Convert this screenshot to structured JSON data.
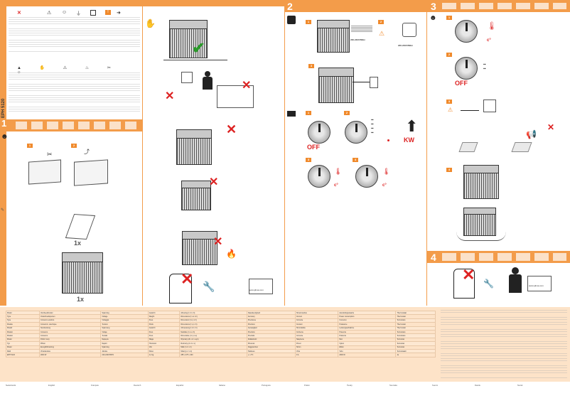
{
  "model": "EPH 5120",
  "sections": {
    "s1": "1",
    "s2": "2",
    "s3": "3",
    "s4": "4"
  },
  "step_labels": {
    "one": "1",
    "two": "2",
    "three": "3",
    "four": "4"
  },
  "quantities": {
    "manual": "1x",
    "heater": "1x"
  },
  "knob_labels": {
    "off1": "OFF",
    "off2": "OFF",
    "kw": "KW",
    "celsius1": "c°",
    "celsius2": "c°",
    "celsius3": "c°"
  },
  "electrical": {
    "voltage_left": "230-240V/50Hz",
    "voltage_right": "220-240V/50Hz"
  },
  "website": {
    "url1": "www.qlima.com",
    "url2": "www.qlima.com"
  },
  "spec_table": {
    "rows": [
      [
        "Model",
        "Voorbeeldmodel",
        "Spanning",
        "Gewicht",
        "Afmeting (l x b x h)",
        "Nauwkeurigheid",
        "Stroomsterkte",
        "Aansluitingswaarde",
        "Thermostaat"
      ],
      [
        "Type",
        "Onderhoudspunten",
        "Voltage",
        "Weight",
        "Dimensions (l x w x h)",
        "Accuracy",
        "Current",
        "Power consumption",
        "Thermostat"
      ],
      [
        "Type",
        "Consumo elettrico",
        "Voltaggio",
        "Peso",
        "Dimensioni (l x p x h)",
        "Precisione",
        "Corrente",
        "Consumo",
        "Termostato"
      ],
      [
        "Modèle",
        "Consomm. électrique",
        "Tension",
        "Poids",
        "Dimensions (l x p x h)",
        "Précision",
        "Courant",
        "Puissance",
        "Thermostat"
      ],
      [
        "Modell",
        "Nennleistung",
        "Spannung",
        "Gewicht",
        "Abmessung (l x b x h)",
        "Genauigkeit",
        "Stromstärke",
        "Leistungsaufnahme",
        "Thermostat"
      ],
      [
        "Modelo",
        "Consumo",
        "Voltaje",
        "Peso",
        "Medidas (l x a x h)",
        "Precisión",
        "Corriente",
        "Potencia",
        "Termostato"
      ],
      [
        "Modelo",
        "Consumo",
        "Tensão",
        "Peso",
        "Dimensões (l x p x a)",
        "Precisão",
        "Corrente",
        "Potência",
        "Termóstato"
      ],
      [
        "Model",
        "Pobór mocy",
        "Napięcie",
        "Waga",
        "Wymiary (dł x sz x wys)",
        "Dokładność",
        "Natężenie",
        "Moc",
        "Termostat"
      ],
      [
        "Typ",
        "Příkon",
        "Napětí",
        "Hmotnost",
        "Rozměry (d x š x v)",
        "Přesnost",
        "Proud",
        "Výkon",
        "Termostat"
      ],
      [
        "Model",
        "Energiförbrukning",
        "Spänning",
        "Vikt",
        "Mått (l x b x h)",
        "Noggrannhet",
        "Ström",
        "Effekt",
        "Termostat"
      ],
      [
        "Malli",
        "Virrankulutus",
        "Jännite",
        "Paino",
        "Mitat (p x l x k)",
        "Tarkkuus",
        "Virta",
        "Teho",
        "Termostaatti"
      ],
      [
        "EPH 5120",
        "2000 W",
        "220-240V/50Hz",
        "4,4 kg",
        "285 x 275 x 400",
        "+/- 2°C",
        "9 A",
        "2000 W",
        "Ja"
      ]
    ]
  },
  "languages": [
    "Nederlands",
    "English",
    "Français",
    "Deutsch",
    "Español",
    "Italiano",
    "Português",
    "Polski",
    "Česky",
    "Svenska",
    "Suomi",
    "Dansk",
    "Norsk"
  ]
}
